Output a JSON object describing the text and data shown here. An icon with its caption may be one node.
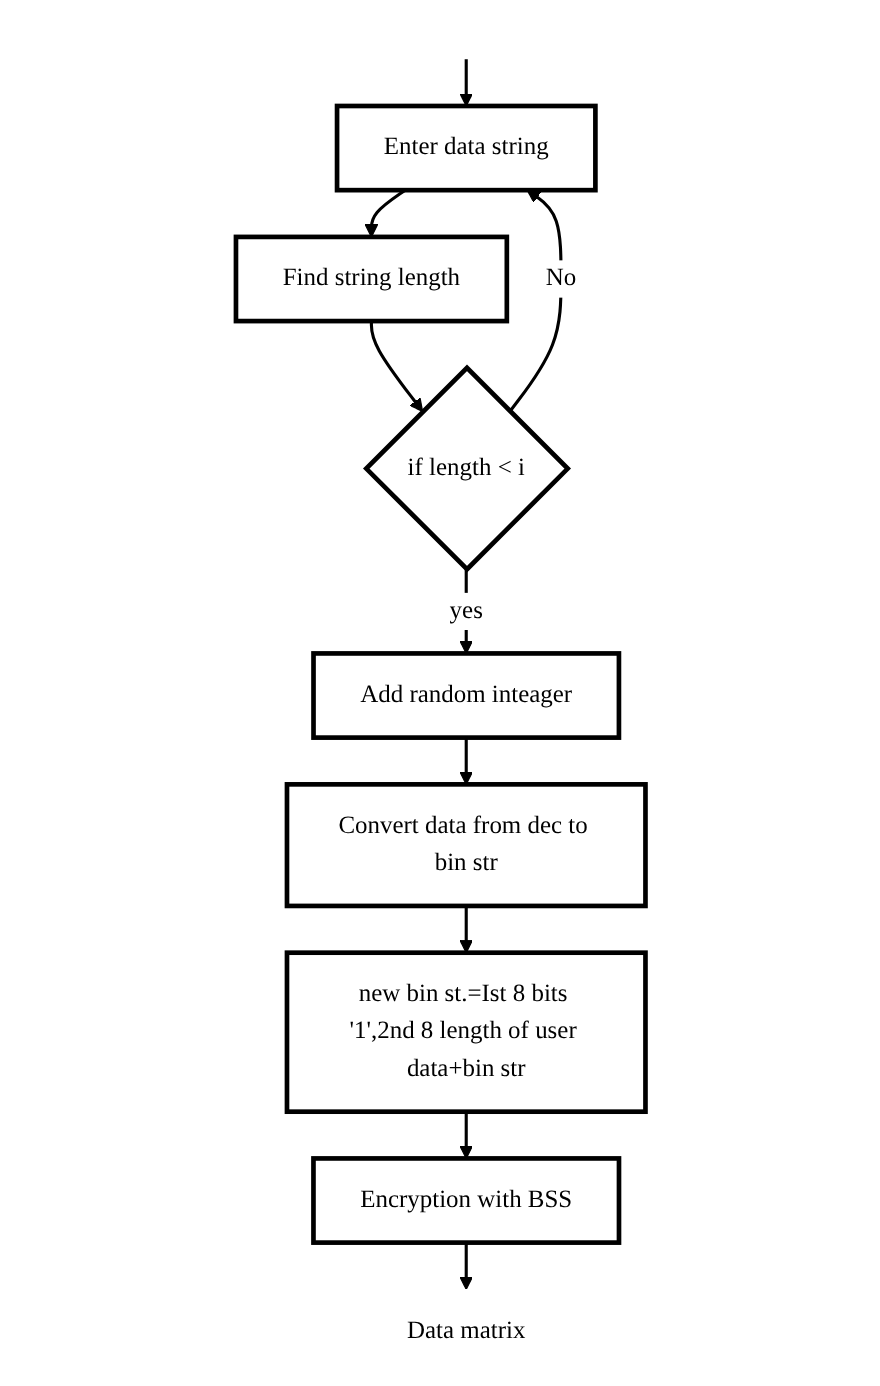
{
  "diagram": {
    "nodes": [
      {
        "text": [
          "Enter data string"
        ]
      },
      {
        "text": [
          "Find string length"
        ]
      },
      {
        "text": [
          "if length < i"
        ]
      },
      {
        "text": [
          "Add random inteager"
        ]
      },
      {
        "text": [
          "Convert data from dec to bin str"
        ]
      },
      {
        "text": [
          "new bin st.=Ist 8 bits '1',2nd 8 length of user data+bin str"
        ]
      },
      {
        "text": [
          "Encryption with BSS"
        ]
      },
      {
        "text": [
          "Data matrix"
        ]
      }
    ],
    "edges": [
      {
        "from": null,
        "to": 0,
        "arrow": "to"
      },
      {
        "from": 0,
        "to": 1,
        "arrow": "to"
      },
      {
        "from": 1,
        "to": 2,
        "arrow": "to"
      },
      {
        "from": 2,
        "to": 0,
        "arrow": "to",
        "label": "No"
      },
      {
        "from": 2,
        "to": 3,
        "arrow": "to",
        "label": "yes"
      },
      {
        "from": 3,
        "to": 4,
        "arrow": "to"
      },
      {
        "from": 4,
        "to": 5,
        "arrow": "to"
      },
      {
        "from": 5,
        "to": 6,
        "arrow": "to"
      },
      {
        "from": 6,
        "to": 7,
        "arrow": "to"
      }
    ]
  }
}
